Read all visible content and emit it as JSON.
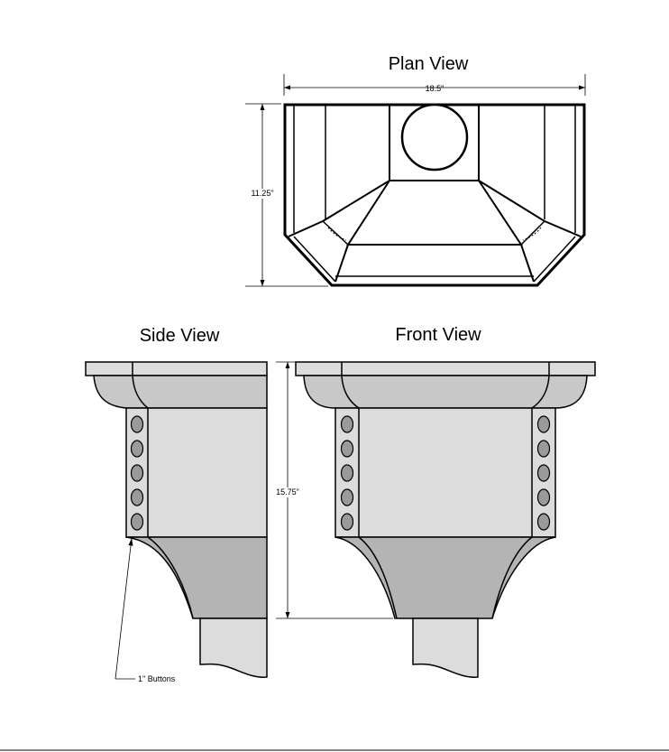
{
  "titles": {
    "plan": "Plan View",
    "side": "Side View",
    "front": "Front View"
  },
  "dimensions": {
    "width": "18.5\"",
    "depth": "11.25\"",
    "height": "15.75\""
  },
  "annotations": {
    "buttons": "1\" Buttons"
  },
  "colors": {
    "light_fill": "#dcdcdc",
    "mid_fill": "#c8c8c8",
    "dark_fill": "#b4b4b4",
    "button_fill": "#9a9a9a",
    "line": "#000000"
  },
  "button_count_per_column": 5
}
